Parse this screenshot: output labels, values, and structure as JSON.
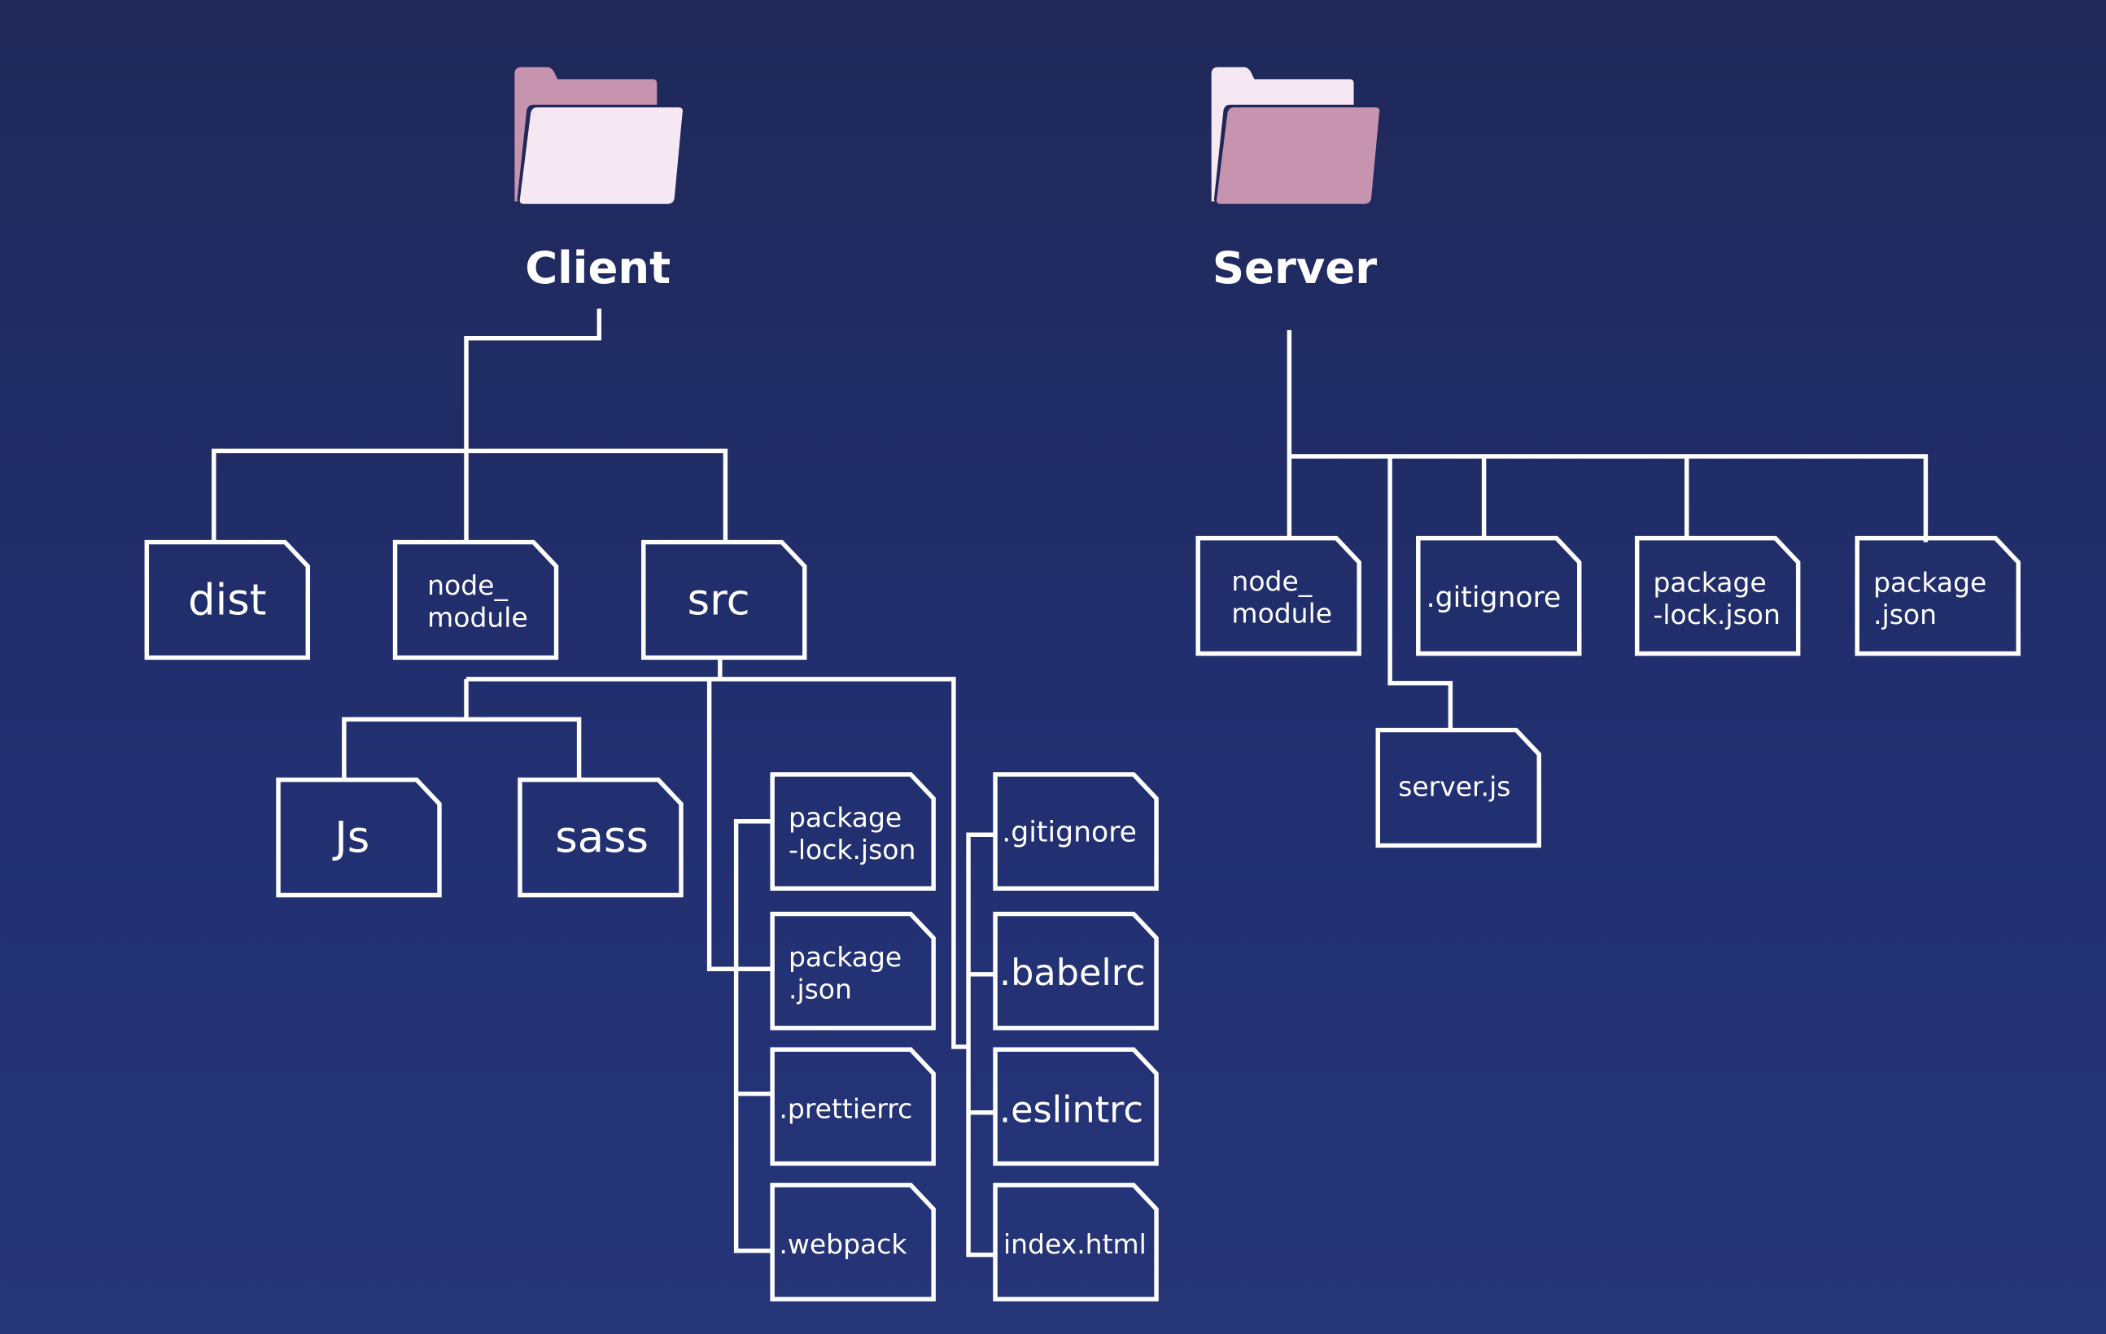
{
  "colors": {
    "background_top": "#1f2858",
    "background_bottom": "#263578",
    "line": "#ffffff",
    "folder_light": "#f6e8f2",
    "folder_pink": "#c794b0"
  },
  "client": {
    "title": "Client",
    "icon": "folder-icon",
    "children": {
      "dist": "dist",
      "node_module_line1": "node_",
      "node_module_line2": "module",
      "src": "src"
    },
    "src": {
      "js": "Js",
      "sass": "sass",
      "package_lock_line1": "package",
      "package_lock_line2": "-lock.json",
      "package_json_line1": "package",
      "package_json_line2": ".json",
      "prettierrc": ".prettierrc",
      "webpack": ".webpack",
      "gitignore": ".gitignore",
      "babelrc": ".babelrc",
      "eslintrc": ".eslintrc",
      "index_html": "index.html"
    }
  },
  "server": {
    "title": "Server",
    "icon": "folder-icon",
    "children": {
      "node_module_line1": "node_",
      "node_module_line2": "module",
      "gitignore": ".gitignore",
      "package_lock_line1": "package",
      "package_lock_line2": "-lock.json",
      "package_json_line1": "package",
      "package_json_line2": ".json",
      "server_js": "server.js"
    }
  }
}
